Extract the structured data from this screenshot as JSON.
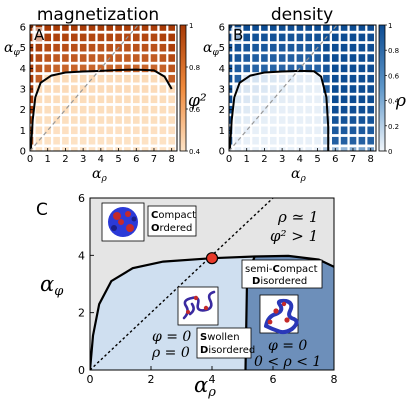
{
  "colors": {
    "orange_low": "#fde3c6",
    "orange_high": "#a83a06",
    "blue_low": "#dbe8f5",
    "blue_high": "#0d4c92",
    "region_ordered": "#e5e5e5",
    "region_swollen": "#cfdff0",
    "region_semicompact": "#6d8fba",
    "critical_point": "#e83a2a"
  },
  "chart_data": [
    {
      "id": "A",
      "type": "heatmap",
      "title": "magnetization",
      "panel_letter": "A",
      "xlabel": "α_ρ",
      "ylabel": "α_φ",
      "xlim": [
        0,
        8.3
      ],
      "ylim": [
        0,
        6.1
      ],
      "xticks": [
        "0",
        "1",
        "2",
        "3",
        "4",
        "5",
        "6",
        "7",
        "8"
      ],
      "yticks": [
        "0",
        "1",
        "2",
        "3",
        "4",
        "5",
        "6"
      ],
      "grid_step": 0.5,
      "colorbar": {
        "label": "φ²",
        "range": [
          0.4,
          1
        ],
        "ticks": [
          "0.4",
          "0.6",
          "0.8",
          "1"
        ]
      },
      "boundary": [
        [
          0.05,
          0.1
        ],
        [
          0.15,
          1.5
        ],
        [
          0.3,
          2.6
        ],
        [
          0.6,
          3.3
        ],
        [
          1.2,
          3.65
        ],
        [
          2.0,
          3.8
        ],
        [
          3.0,
          3.85
        ],
        [
          4.0,
          3.88
        ],
        [
          5.0,
          3.92
        ],
        [
          6.0,
          3.94
        ],
        [
          7.0,
          3.9
        ],
        [
          7.6,
          3.6
        ],
        [
          8.0,
          3.0
        ]
      ],
      "diagonal": true
    },
    {
      "id": "B",
      "type": "heatmap",
      "title": "density",
      "panel_letter": "B",
      "xlabel": "α_ρ",
      "ylabel": "α_φ",
      "xlim": [
        0,
        8.3
      ],
      "ylim": [
        0,
        6.1
      ],
      "xticks": [
        "0",
        "1",
        "2",
        "3",
        "4",
        "5",
        "6",
        "7",
        "8"
      ],
      "yticks": [
        "0",
        "1",
        "2",
        "3",
        "4",
        "5",
        "6"
      ],
      "grid_step": 0.5,
      "colorbar": {
        "label": "ρ",
        "range": [
          0,
          1
        ],
        "ticks": [
          "0",
          "0.2",
          "0.4",
          "0.6",
          "0.8",
          "1"
        ]
      },
      "boundary": [
        [
          0.05,
          0.1
        ],
        [
          0.15,
          1.5
        ],
        [
          0.3,
          2.6
        ],
        [
          0.6,
          3.3
        ],
        [
          1.2,
          3.65
        ],
        [
          2.0,
          3.8
        ],
        [
          3.0,
          3.85
        ],
        [
          4.0,
          3.88
        ],
        [
          4.8,
          3.86
        ],
        [
          5.2,
          3.6
        ],
        [
          5.5,
          2.6
        ],
        [
          5.6,
          1.2
        ],
        [
          5.6,
          0.0
        ]
      ],
      "diagonal": true
    },
    {
      "id": "C",
      "type": "diagram",
      "panel_letter": "C",
      "xlabel": "α_ρ",
      "ylabel": "α_φ",
      "xlim": [
        0,
        8
      ],
      "ylim": [
        0,
        6
      ],
      "xticks": [
        "0",
        "2",
        "4",
        "6",
        "8"
      ],
      "yticks": [
        "0",
        "2",
        "4",
        "6"
      ],
      "critical_point": [
        4.0,
        3.9
      ],
      "boundary_upper": [
        [
          0.0,
          0.0
        ],
        [
          0.1,
          1.2
        ],
        [
          0.3,
          2.3
        ],
        [
          0.7,
          3.1
        ],
        [
          1.4,
          3.55
        ],
        [
          2.4,
          3.78
        ],
        [
          4.0,
          3.9
        ],
        [
          5.4,
          3.96
        ],
        [
          6.5,
          3.98
        ],
        [
          7.5,
          3.85
        ],
        [
          8.0,
          3.6
        ]
      ],
      "boundary_divider": [
        [
          5.4,
          3.96
        ],
        [
          5.15,
          3.3
        ],
        [
          5.1,
          0.0
        ]
      ],
      "regions": {
        "ordered": {
          "bold1": "C",
          "rest1": "ompact",
          "bold2": "O",
          "rest2": "rdered",
          "eq1": "ρ ≃ 1",
          "eq2": "φ² > 1"
        },
        "swollen": {
          "bold1": "S",
          "rest1": "wollen",
          "bold2": "D",
          "rest2": "isordered",
          "eq1": "φ = 0",
          "eq2": "ρ = 0"
        },
        "semicompact": {
          "pre1": "semi-",
          "bold1": "C",
          "rest1": "ompact",
          "bold2": "D",
          "rest2": "isordered",
          "eq1": "φ = 0",
          "eq2": "0 < ρ < 1"
        }
      }
    }
  ]
}
